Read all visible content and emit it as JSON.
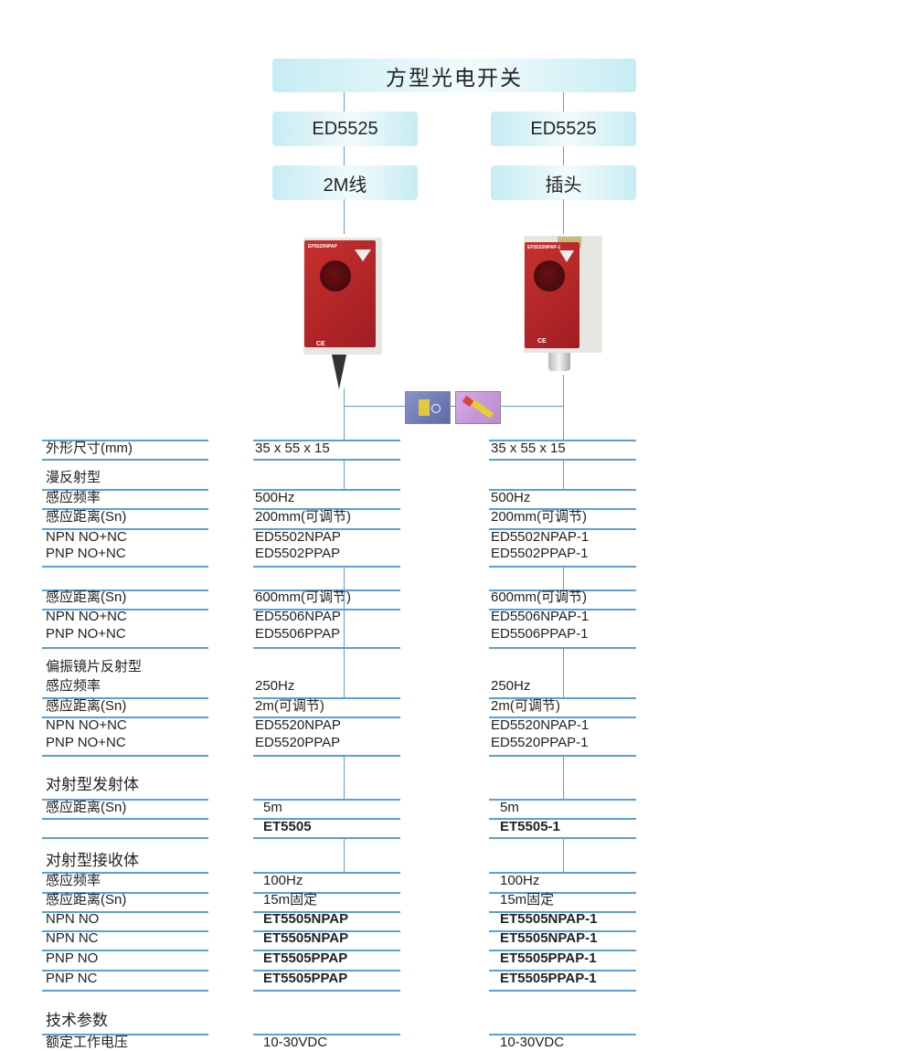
{
  "header": {
    "title": "方型光电开关",
    "columns": [
      {
        "model": "ED5525",
        "connection": "2M线"
      },
      {
        "model": "ED5525",
        "connection": "插头"
      }
    ]
  },
  "product_images": [
    {
      "label": "EPS520NPAP",
      "cert": "CE"
    },
    {
      "label": "EPS520NPAP-1",
      "cert": "CE"
    }
  ],
  "feature_icons": [
    "adjustment-key-icon",
    "cable-connector-icon"
  ],
  "rows": [
    {
      "label": "外形尺寸(mm)",
      "c1": "35 x 55 x 15",
      "c2": "35 x 55 x 15"
    },
    {
      "label": "漫反射型",
      "c1": "",
      "c2": ""
    },
    {
      "label": "感应频率",
      "c1": "500Hz",
      "c2": "500Hz"
    },
    {
      "label": "感应距离(Sn)",
      "c1": "200mm(可调节)",
      "c2": "200mm(可调节)"
    },
    {
      "label": "NPN NO+NC",
      "c1": "ED5502NPAP",
      "c2": "ED5502NPAP-1"
    },
    {
      "label": "PNP NO+NC",
      "c1": "ED5502PPAP",
      "c2": "ED5502PPAP-1"
    },
    {
      "label": "",
      "c1": "",
      "c2": ""
    },
    {
      "label": "感应距离(Sn)",
      "c1": "600mm(可调节)",
      "c2": "600mm(可调节)"
    },
    {
      "label": "NPN NO+NC",
      "c1": "ED5506NPAP",
      "c2": "ED5506NPAP-1"
    },
    {
      "label": "PNP NO+NC",
      "c1": "ED5506PPAP",
      "c2": "ED5506PPAP-1"
    },
    {
      "label": "偏振镜片反射型",
      "c1": "",
      "c2": ""
    },
    {
      "label": "感应频率",
      "c1": "250Hz",
      "c2": "250Hz"
    },
    {
      "label": "感应距离(Sn)",
      "c1": "2m(可调节)",
      "c2": "2m(可调节)"
    },
    {
      "label": "NPN NO+NC",
      "c1": "ED5520NPAP",
      "c2": "ED5520NPAP-1"
    },
    {
      "label": "PNP NO+NC",
      "c1": "ED5520PPAP",
      "c2": "ED5520PPAP-1"
    },
    {
      "label": "对射型发射体",
      "c1": "",
      "c2": ""
    },
    {
      "label": "感应距离(Sn)",
      "c1": "5m",
      "c2": "5m"
    },
    {
      "label": "",
      "c1": "ET5505",
      "c2": "ET5505-1"
    },
    {
      "label": "对射型接收体",
      "c1": "",
      "c2": ""
    },
    {
      "label": "感应频率",
      "c1": "100Hz",
      "c2": "100Hz"
    },
    {
      "label": "感应距离(Sn)",
      "c1": "15m固定",
      "c2": "15m固定"
    },
    {
      "label": "NPN NO",
      "c1": "ET5505NPAP",
      "c2": "ET5505NPAP-1"
    },
    {
      "label": "NPN NC",
      "c1": "ET5505NPAP",
      "c2": "ET5505NPAP-1"
    },
    {
      "label": "PNP NO",
      "c1": "ET5505PPAP",
      "c2": "ET5505PPAP-1"
    },
    {
      "label": "PNP NC",
      "c1": "ET5505PPAP",
      "c2": "ET5505PPAP-1"
    },
    {
      "label": "技术参数",
      "c1": "",
      "c2": ""
    },
    {
      "label": "额定工作电压",
      "c1": "10-30VDC",
      "c2": "10-30VDC"
    }
  ]
}
